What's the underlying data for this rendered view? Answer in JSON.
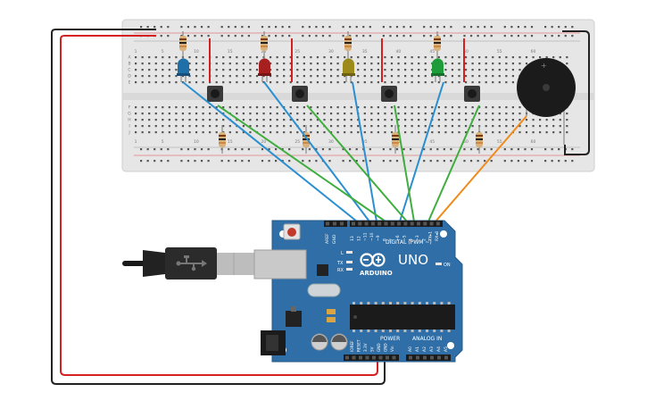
{
  "board": {
    "logo": "ARDUINO",
    "model": "UNO",
    "labels": {
      "digital": "DIGITAL (PWM ~)",
      "power": "POWER",
      "analog": "ANALOG IN",
      "on": "ON",
      "l": "L",
      "tx": "TX",
      "rx": "RX",
      "aref": "AREF",
      "gnd": "GND"
    },
    "digital_pins": [
      "13",
      "12",
      "~11",
      "~10",
      "~9",
      "8",
      "7",
      "~6",
      "~5",
      "4",
      "~3",
      "2",
      "TX▸1",
      "RX◂0"
    ],
    "power_pins": [
      "IOREF",
      "RESET",
      "3.3V",
      "5V",
      "GND",
      "GND",
      "Vin"
    ],
    "analog_pins": [
      "A0",
      "A1",
      "A2",
      "A3",
      "A4",
      "A5"
    ]
  },
  "breadboard": {
    "column_numbers": [
      "1",
      "5",
      "10",
      "15",
      "20",
      "25",
      "30",
      "35",
      "40",
      "45",
      "50",
      "55",
      "60"
    ],
    "row_letters_top": [
      "A",
      "B",
      "C",
      "D",
      "E"
    ],
    "row_letters_bottom": [
      "F",
      "G",
      "H",
      "I",
      "J"
    ]
  },
  "components": {
    "leds": [
      {
        "name": "led-blue",
        "color": "#1f6fa8"
      },
      {
        "name": "led-red",
        "color": "#a81f1f"
      },
      {
        "name": "led-yellow",
        "color": "#9c8a1a"
      },
      {
        "name": "led-green",
        "color": "#1f9c3a"
      }
    ],
    "wire_colors": {
      "led_wire": "#2a8fd0",
      "button_wire": "#3fae3f",
      "buzzer_wire": "#f08a1a",
      "power_wire": "#d42020",
      "ground_wire": "#222222",
      "breadboard_link": "#d42020"
    },
    "board_color": "#2f6ea6",
    "breadboard_color": "#e6e6e6"
  }
}
